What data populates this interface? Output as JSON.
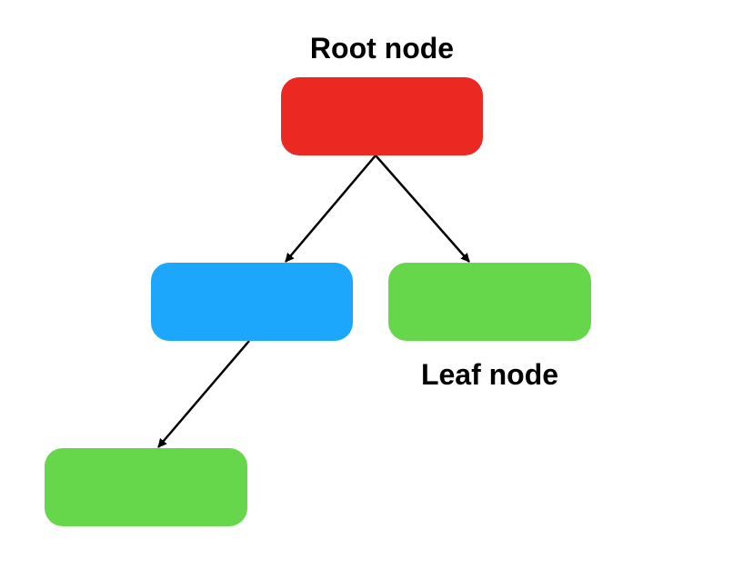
{
  "diagram": {
    "labels": {
      "root": "Root node",
      "leaf": "Leaf node"
    },
    "nodes": [
      {
        "id": "root",
        "color": "#EC2822"
      },
      {
        "id": "inner",
        "color": "#1CA7FD"
      },
      {
        "id": "leaf-right",
        "color": "#66D74A"
      },
      {
        "id": "leaf-bottom",
        "color": "#66D74A"
      }
    ],
    "edges": [
      {
        "from": "root",
        "to": "inner"
      },
      {
        "from": "root",
        "to": "leaf-right"
      },
      {
        "from": "inner",
        "to": "leaf-bottom"
      }
    ],
    "colors": {
      "edge": "#000000",
      "background": "#FFFFFF"
    }
  }
}
